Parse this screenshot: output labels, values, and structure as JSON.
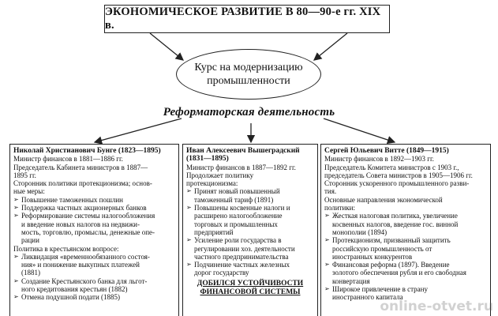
{
  "title": "ЭКОНОМИЧЕСКОЕ РАЗВИТИЕ В 80—90-е гг. XIX в.",
  "course": [
    "Курс на модернизацию",
    "промышленности"
  ],
  "center_label": "Реформаторская деятельность",
  "columns": [
    {
      "name": "Николай Христианович Бунге (1823—1895)",
      "lines": [
        {
          "t": "Министр финансов в 1881—1886 гг."
        },
        {
          "t": "Председатель Кабинета министров в 1887—"
        },
        {
          "t": "1895 гг."
        },
        {
          "t": "Сторонник политики протекционизма; основ-"
        },
        {
          "t": "ные меры:"
        },
        {
          "b": true,
          "t": "Повышение таможенных пошлин"
        },
        {
          "b": true,
          "t": "Поддержка частных акционерных банков"
        },
        {
          "b": true,
          "t": "Реформирование системы налогообложения"
        },
        {
          "i": true,
          "t": "и введение новых налогов на недвижи-"
        },
        {
          "i": true,
          "t": "мость, торговлю, промыслы, денежные опе-"
        },
        {
          "i": true,
          "t": "рации"
        },
        {
          "t": "Политика в крестьянском вопросе:"
        },
        {
          "b": true,
          "t": "Ликвидация «временнообязанного состоя-"
        },
        {
          "i": true,
          "t": "ния» и понижение выкупных платежей"
        },
        {
          "i": true,
          "t": "(1881)"
        },
        {
          "b": true,
          "t": "Создание Крестьянского банка для льгот-"
        },
        {
          "i": true,
          "t": "ного кредитования крестьян (1882)"
        },
        {
          "b": true,
          "t": "Отмена подушной подати (1885)"
        }
      ]
    },
    {
      "name": "Иван Алексеевич Вышеградский (1831—1895)",
      "lines": [
        {
          "t": "Министр финансов в 1887—1892 гг."
        },
        {
          "t": "Продолжает политику"
        },
        {
          "t": "протекционизма:"
        },
        {
          "b": true,
          "t": "Принят новый повышенный"
        },
        {
          "i": true,
          "t": "таможенный тариф (1891)"
        },
        {
          "b": true,
          "t": "Повышены косвенные налоги и"
        },
        {
          "i": true,
          "t": "расширено налогообложение"
        },
        {
          "i": true,
          "t": "торговых и промышленных"
        },
        {
          "i": true,
          "t": "предприятий"
        },
        {
          "b": true,
          "t": "Усиление роли государства в"
        },
        {
          "i": true,
          "t": "регулировании хоз. деятельности"
        },
        {
          "i": true,
          "t": "частного предпринимательства"
        },
        {
          "b": true,
          "t": "Подчинение частных железных"
        },
        {
          "i": true,
          "t": "дорог государству"
        }
      ],
      "conclusion": [
        "ДОБИЛСЯ УСТОЙЧИВОСТИ",
        "ФИНАНСОВОЙ СИСТЕМЫ"
      ]
    },
    {
      "name": "Сергей Юльевич Витте (1849—1915)",
      "lines": [
        {
          "t": "Министр финансов в 1892—1903 гг."
        },
        {
          "t": "Председатель Комитета министров с 1903 г.,"
        },
        {
          "t": "председатель Совета министров в 1905—1906 гг."
        },
        {
          "t": "Сторонник ускоренного промышленного разви-"
        },
        {
          "t": "тия."
        },
        {
          "t": "Основные направления экономической"
        },
        {
          "t": "политики:"
        },
        {
          "b": true,
          "t": "Жесткая налоговая политика, увеличение"
        },
        {
          "i": true,
          "t": "косвенных налогов, введение гос. винной"
        },
        {
          "i": true,
          "t": "монополии (1894)"
        },
        {
          "b": true,
          "t": "Протекционизм, призванный защитить"
        },
        {
          "i": true,
          "t": "российскую промышленность от"
        },
        {
          "i": true,
          "t": "иностранных конкурентов"
        },
        {
          "b": true,
          "t": "Финансовая реформа (1897). Введение"
        },
        {
          "i": true,
          "t": "золотого обеспечения рубля и его свободная"
        },
        {
          "i": true,
          "t": "конвертация"
        },
        {
          "b": true,
          "t": "Широкое привлечение в страну"
        },
        {
          "i": true,
          "t": "иностранного капитала"
        }
      ]
    }
  ],
  "watermark": "online-otvet.ru"
}
